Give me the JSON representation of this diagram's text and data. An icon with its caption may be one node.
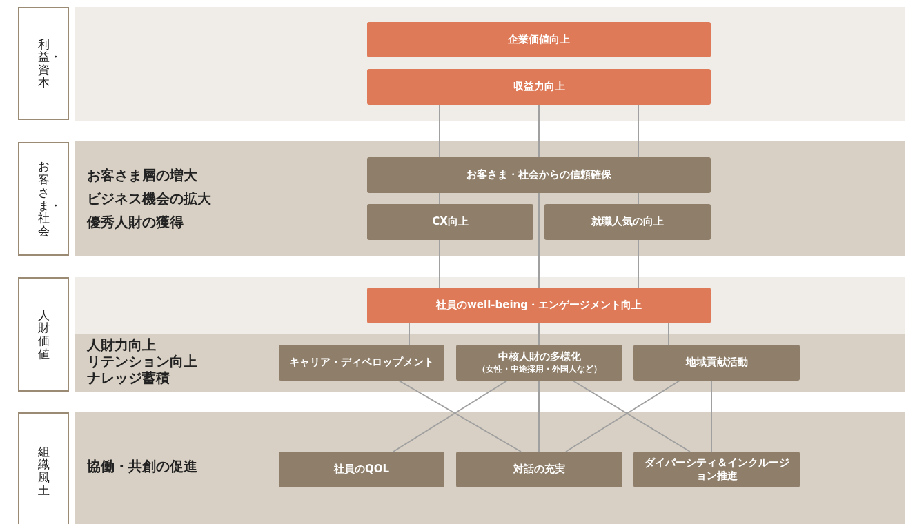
{
  "diagram": {
    "nodes": [
      {
        "text": [
          "利益・資本"
        ]
      },
      {
        "text": [
          "お客さま・社会"
        ]
      },
      {
        "text": [
          "人財価値"
        ]
      },
      {
        "text": [
          "組織風土"
        ]
      },
      {
        "text": [
          "企業価値向上"
        ]
      },
      {
        "text": [
          "収益力向上"
        ]
      },
      {
        "text": [
          "お客さま・社会からの信頼確保"
        ]
      },
      {
        "text": [
          "CX向上"
        ]
      },
      {
        "text": [
          "就職人気の向上"
        ]
      },
      {
        "text": [
          "社員のwell-being・エンゲージメント向上"
        ]
      },
      {
        "text": [
          "キャリア・ディベロップメント"
        ]
      },
      {
        "text": [
          "中核人財の多様化",
          "（女性・中途採用・外国人など）"
        ]
      },
      {
        "text": [
          "地域貢献活動"
        ]
      },
      {
        "text": [
          "社員のQOL"
        ]
      },
      {
        "text": [
          "対話の充実"
        ]
      },
      {
        "text": [
          "ダイバーシティ＆インクルージョン推進"
        ]
      }
    ],
    "edges": [
      {
        "from": 5,
        "to": 6,
        "arrow": "none"
      },
      {
        "from": 5,
        "to": 6,
        "arrow": "none"
      },
      {
        "from": 5,
        "to": 6,
        "arrow": "none"
      },
      {
        "from": 6,
        "to": 7,
        "arrow": "none"
      },
      {
        "from": 6,
        "to": 8,
        "arrow": "none"
      },
      {
        "from": 7,
        "to": 9,
        "arrow": "none"
      },
      {
        "from": 6,
        "to": 9,
        "arrow": "none"
      },
      {
        "from": 8,
        "to": 9,
        "arrow": "none"
      },
      {
        "from": 9,
        "to": 10,
        "arrow": "none"
      },
      {
        "from": 9,
        "to": 11,
        "arrow": "none"
      },
      {
        "from": 9,
        "to": 12,
        "arrow": "none"
      },
      {
        "from": 10,
        "to": 14,
        "arrow": "none"
      },
      {
        "from": 11,
        "to": 13,
        "arrow": "none"
      },
      {
        "from": 11,
        "to": 14,
        "arrow": "none"
      },
      {
        "from": 11,
        "to": 15,
        "arrow": "none"
      },
      {
        "from": 12,
        "to": 14,
        "arrow": "none"
      },
      {
        "from": 12,
        "to": 15,
        "arrow": "none"
      }
    ],
    "labels": [
      "お客さま層の増大",
      "ビジネス機会の拡大",
      "優秀人財の獲得",
      "人財力向上",
      "リテンション向上",
      "ナレッジ蓄積",
      "協働・共創の促進"
    ]
  }
}
